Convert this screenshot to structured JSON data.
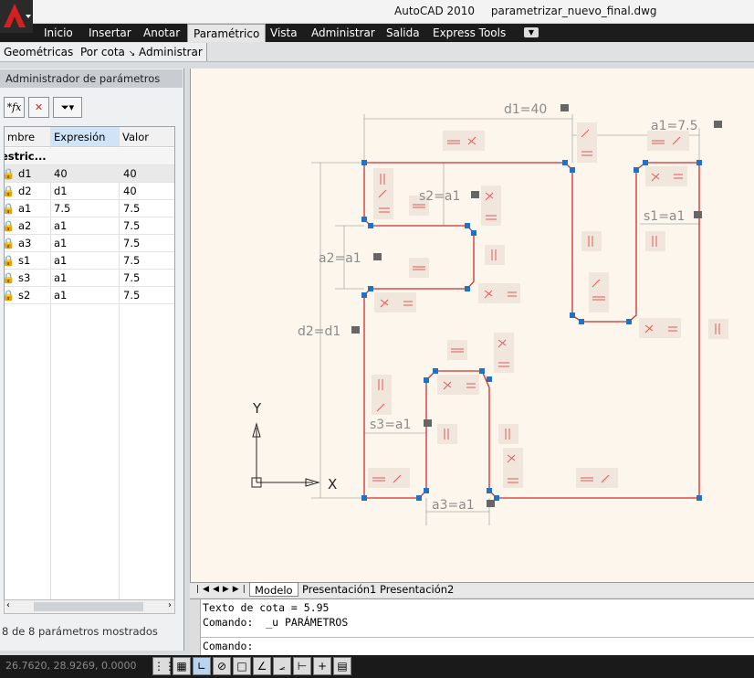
{
  "window": {
    "app": "AutoCAD 2010",
    "file": "parametrizar_nuevo_final.dwg"
  },
  "ribbon": {
    "tabs": [
      "Inicio",
      "Insertar",
      "Anotar",
      "Paramétrico",
      "Vista",
      "Administrar",
      "Salida",
      "Express Tools"
    ],
    "active": "Paramétrico"
  },
  "panel_tabs": [
    "Geométricas",
    "Por cota",
    "Administrar"
  ],
  "palette": {
    "title": "Administrador de parámetros",
    "columns": [
      "mbre",
      "Expresión",
      "Valor"
    ],
    "group": "estric...",
    "rows": [
      {
        "name": "d1",
        "expr": "40",
        "value": "40"
      },
      {
        "name": "d2",
        "expr": "d1",
        "value": "40"
      },
      {
        "name": "a1",
        "expr": "7.5",
        "value": "7.5"
      },
      {
        "name": "a2",
        "expr": "a1",
        "value": "7.5"
      },
      {
        "name": "a3",
        "expr": "a1",
        "value": "7.5"
      },
      {
        "name": "s1",
        "expr": "a1",
        "value": "7.5"
      },
      {
        "name": "s3",
        "expr": "a1",
        "value": "7.5"
      },
      {
        "name": "s2",
        "expr": "a1",
        "value": "7.5"
      }
    ],
    "status": "8 de 8 parámetros mostrados"
  },
  "drawing": {
    "dims": [
      "d1=40",
      "a1=7.5",
      "s2=a1",
      "s1=a1",
      "a2=a1",
      "d2=d1",
      "s3=a1",
      "a3=a1"
    ],
    "ucs": {
      "x": "X",
      "y": "Y"
    }
  },
  "layout_tabs": [
    "Modelo",
    "Presentación1",
    "Presentación2"
  ],
  "command": {
    "lines": [
      "Texto de cota = 5.95",
      "Comando:  _u PARÁMETROS"
    ],
    "prompt": "Comando:"
  },
  "statusbar": {
    "coords": "26.7620, 28.9269, 0.0000"
  },
  "colors": {
    "geometry": "#d22c2c",
    "grips": "#1e73c8",
    "canvas": "#fdf6ec",
    "ribbon": "#1c1c1c"
  }
}
